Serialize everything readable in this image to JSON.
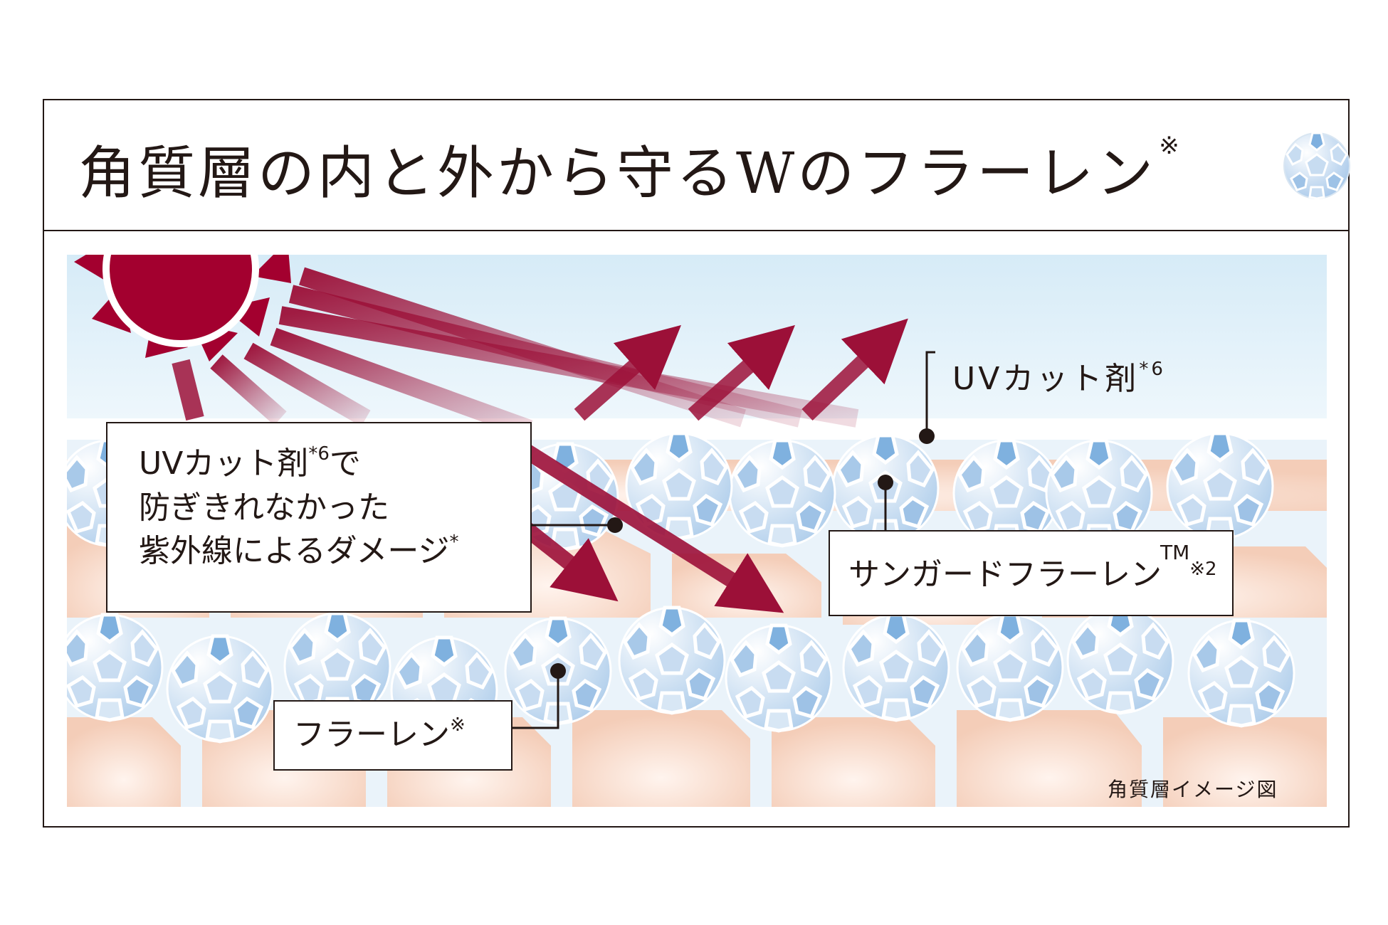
{
  "title": {
    "text": "角質層の内と外から守るWのフラーレン",
    "mark": "※"
  },
  "labels": {
    "uv_cut_top": {
      "text": "UVカット剤",
      "sup": "*6"
    },
    "damage": {
      "line1": "UVカット剤",
      "line1_sup": "*6",
      "line1_tail": "で",
      "line2": "防ぎきれなかった",
      "line3": "紫外線によるダメージ",
      "line3_sup": "*"
    },
    "sunguard": {
      "text": "サンガードフラーレン",
      "tm": "TM",
      "sup": "※2"
    },
    "fullerene": {
      "text": "フラーレン",
      "sup": "※"
    }
  },
  "caption": "角質層イメージ図",
  "colors": {
    "sun": "#a3002f",
    "ray": "#9c1038",
    "sky": "#dcedf7",
    "skin": "#f7d9c8",
    "cell_border": "#eaf3fa",
    "molecule": "#b6d3ee",
    "frame": "#231815"
  },
  "icons": {
    "title_icon": "fullerene-molecule-icon",
    "sun": "sun-icon"
  }
}
